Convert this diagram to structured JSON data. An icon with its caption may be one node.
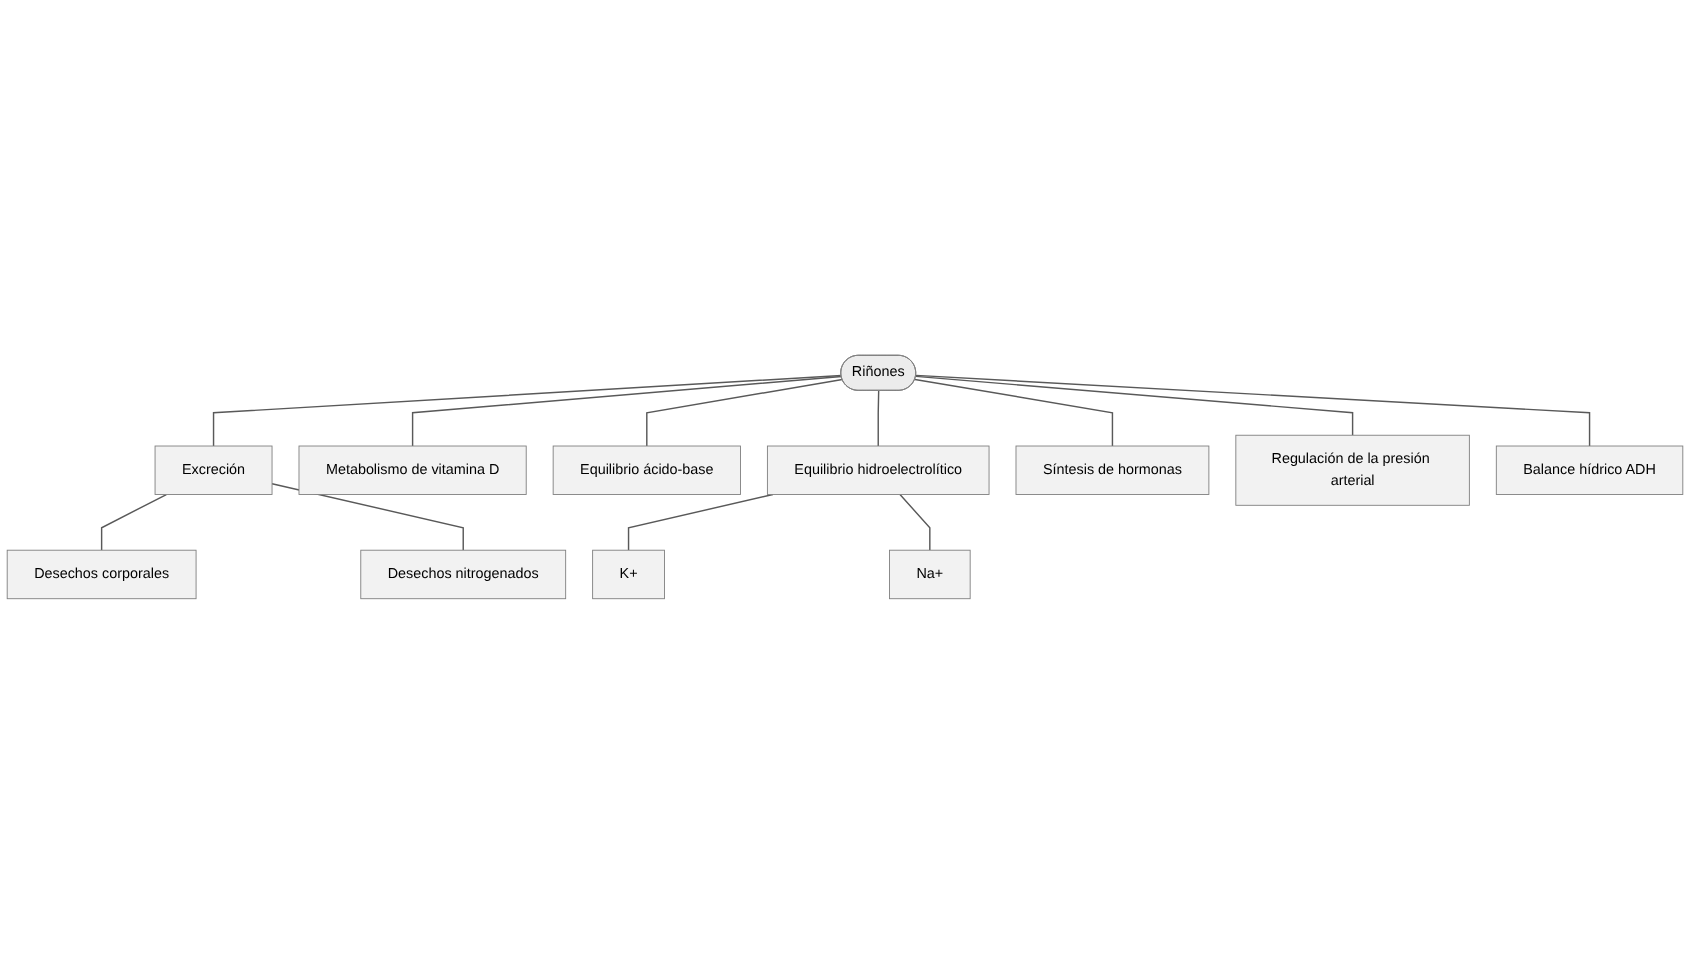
{
  "diagram": {
    "nodes": [
      {
        "text": [
          "Excreción"
        ]
      },
      {
        "text": [
          "Metabolismo de vitamina D"
        ]
      },
      {
        "text": [
          "Equilibrio ácido-base"
        ]
      },
      {
        "text": [
          "Desechos corporales"
        ]
      },
      {
        "text": [
          "Desechos nitrogenados"
        ]
      },
      {
        "text": [
          "Equilibrio hidroelectrolítico"
        ]
      },
      {
        "text": [
          "Riñones"
        ]
      },
      {
        "text": [
          "Síntesis de hormonas"
        ]
      },
      {
        "text": [
          "K+"
        ]
      },
      {
        "text": [
          "Na+"
        ]
      },
      {
        "text": [
          "Regulación de la presión arterial"
        ]
      },
      {
        "text": [
          "Balance hídrico ADH"
        ]
      }
    ],
    "edges": [
      {
        "from": 6,
        "to": 0,
        "arrow": "none"
      },
      {
        "from": 6,
        "to": 1,
        "arrow": "none"
      },
      {
        "from": 6,
        "to": 2,
        "arrow": "none"
      },
      {
        "from": 0,
        "to": 3,
        "arrow": "none"
      },
      {
        "from": 0,
        "to": 4,
        "arrow": "none"
      },
      {
        "from": 6,
        "to": 5,
        "arrow": "none"
      },
      {
        "from": 6,
        "to": 7,
        "arrow": "none"
      },
      {
        "from": 5,
        "to": 8,
        "arrow": "none"
      },
      {
        "from": 5,
        "to": 9,
        "arrow": "none"
      },
      {
        "from": 6,
        "to": 10,
        "arrow": "none"
      },
      {
        "from": 6,
        "to": 11,
        "arrow": "none"
      }
    ]
  }
}
